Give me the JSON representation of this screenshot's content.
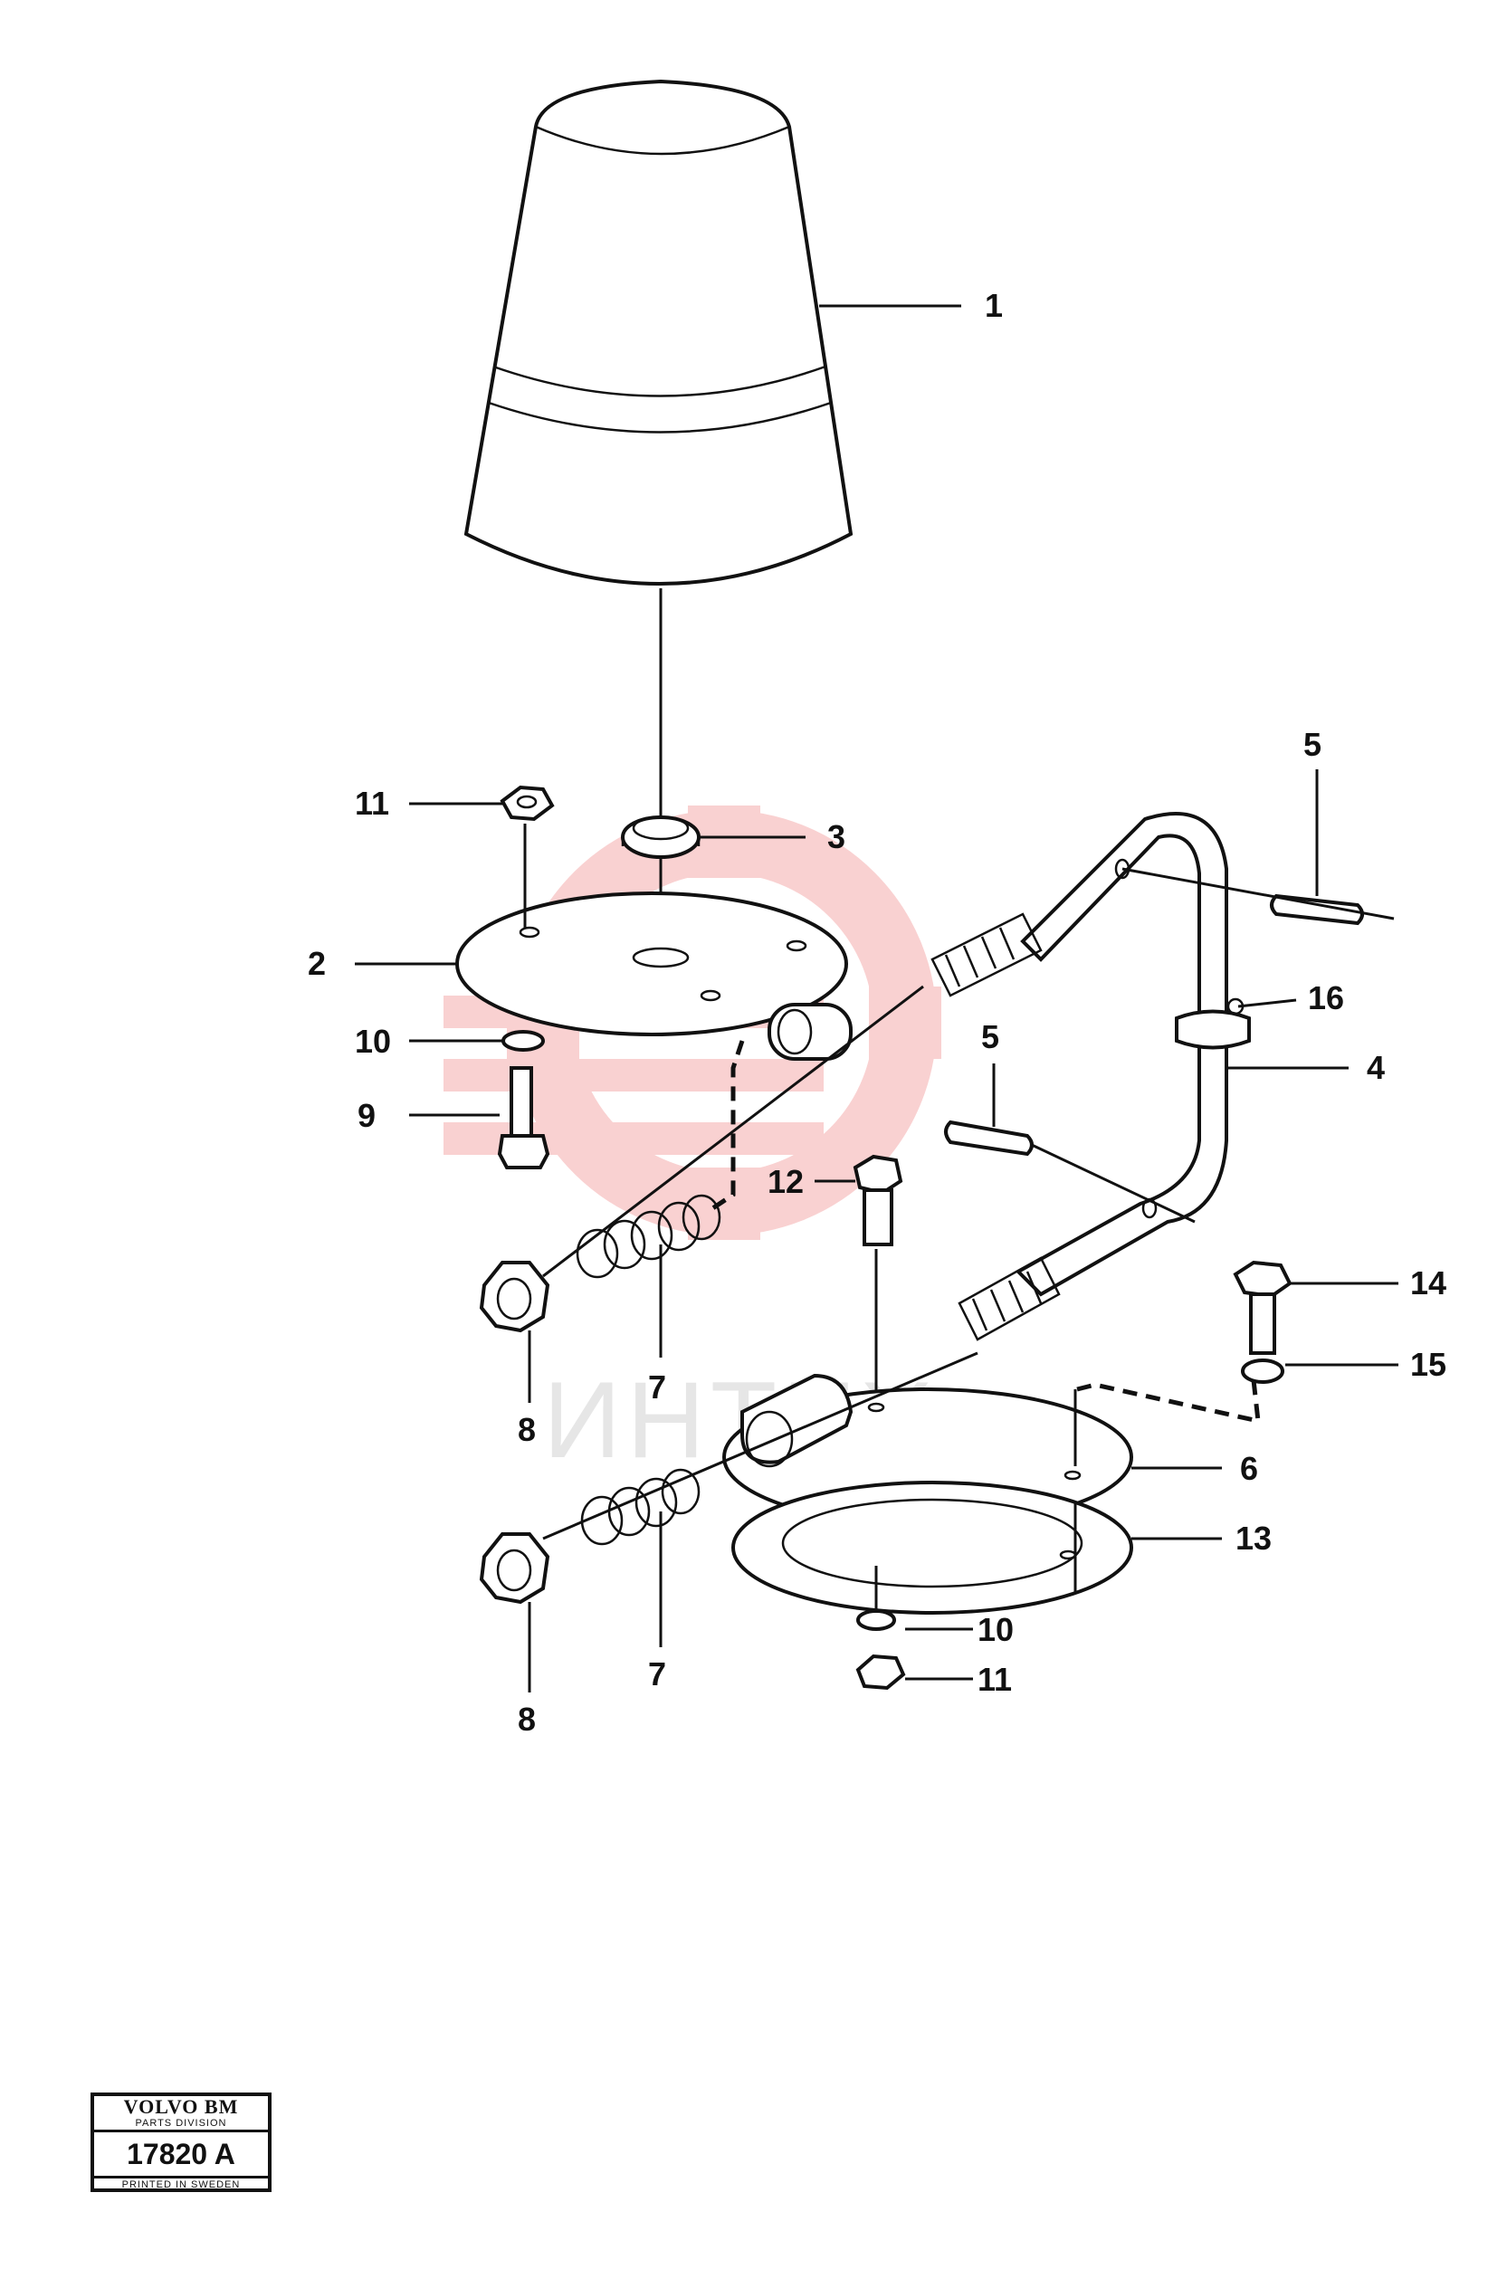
{
  "watermark": {
    "text": "ИНТЕХ",
    "color": "#f4a6a6"
  },
  "callouts": [
    {
      "id": "c1",
      "text": "1"
    },
    {
      "id": "c2",
      "text": "2"
    },
    {
      "id": "c3",
      "text": "3"
    },
    {
      "id": "c4",
      "text": "4"
    },
    {
      "id": "c5a",
      "text": "5"
    },
    {
      "id": "c5b",
      "text": "5"
    },
    {
      "id": "c6",
      "text": "6"
    },
    {
      "id": "c7a",
      "text": "7"
    },
    {
      "id": "c7b",
      "text": "7"
    },
    {
      "id": "c8a",
      "text": "8"
    },
    {
      "id": "c8b",
      "text": "8"
    },
    {
      "id": "c9",
      "text": "9"
    },
    {
      "id": "c10a",
      "text": "10"
    },
    {
      "id": "c10b",
      "text": "10"
    },
    {
      "id": "c11a",
      "text": "11"
    },
    {
      "id": "c11b",
      "text": "11"
    },
    {
      "id": "c12",
      "text": "12"
    },
    {
      "id": "c13",
      "text": "13"
    },
    {
      "id": "c14",
      "text": "14"
    },
    {
      "id": "c15",
      "text": "15"
    },
    {
      "id": "c16",
      "text": "16"
    }
  ],
  "title_block": {
    "brand": "VOLVO BM",
    "division": "PARTS DIVISION",
    "number": "17820 A",
    "printed": "PRINTED IN SWEDEN"
  }
}
